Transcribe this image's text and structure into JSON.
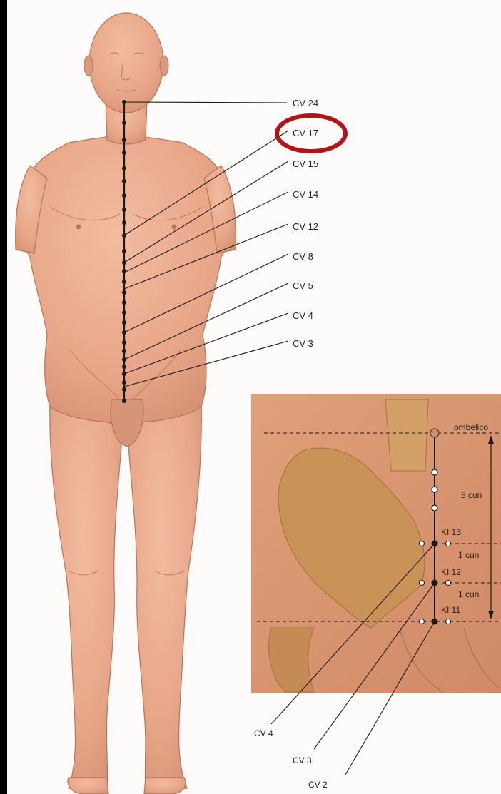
{
  "diagram": {
    "main_labels": [
      "CV 24",
      "CV 17",
      "CV 15",
      "CV 14",
      "CV 12",
      "CV 8",
      "CV 5",
      "CV 4",
      "CV 3"
    ],
    "highlighted_label": "CV 17",
    "highlight_color": "#b3141a",
    "meridian_color": "#1a1a1a",
    "inset": {
      "navel_label": "ombelico",
      "measures": [
        "5 cun",
        "1 cun",
        "1 cun"
      ],
      "kidney_points": [
        "KI 13",
        "KI 12",
        "KI 11"
      ],
      "bottom_labels": [
        "CV 4",
        "CV 3",
        "CV 2"
      ]
    }
  },
  "colors": {
    "page_bg": "#ffffff",
    "frame_bg": "#000000",
    "skin": "#e9a98b",
    "skin_shadow": "#c98468",
    "inset_skin": "#d9956e",
    "pelvis_bone": "#c99358"
  }
}
